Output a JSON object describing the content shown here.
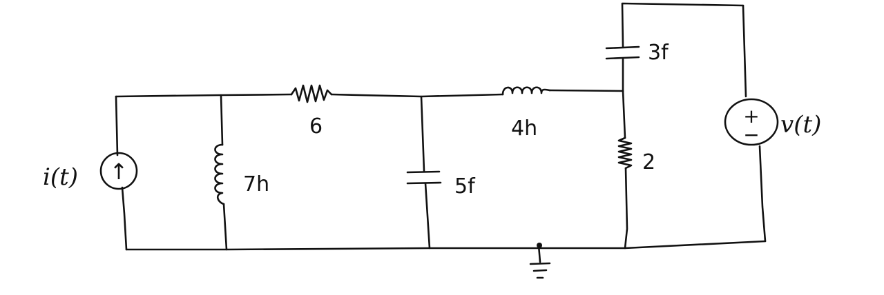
{
  "colors": {
    "ink": "#111111",
    "paper": "#ffffff"
  },
  "labels": {
    "current_source": "i(t)",
    "voltage_source": "v(t)",
    "inductor_7": "7h",
    "resistor_6": "6",
    "capacitor_5": "5f",
    "inductor_4": "4h",
    "resistor_2": "2",
    "capacitor_3": "3f"
  },
  "symbols": {
    "current_arrow": "↑",
    "plus": "+",
    "minus": "−"
  },
  "icons": [
    "arrow-up-icon",
    "ground-icon"
  ]
}
